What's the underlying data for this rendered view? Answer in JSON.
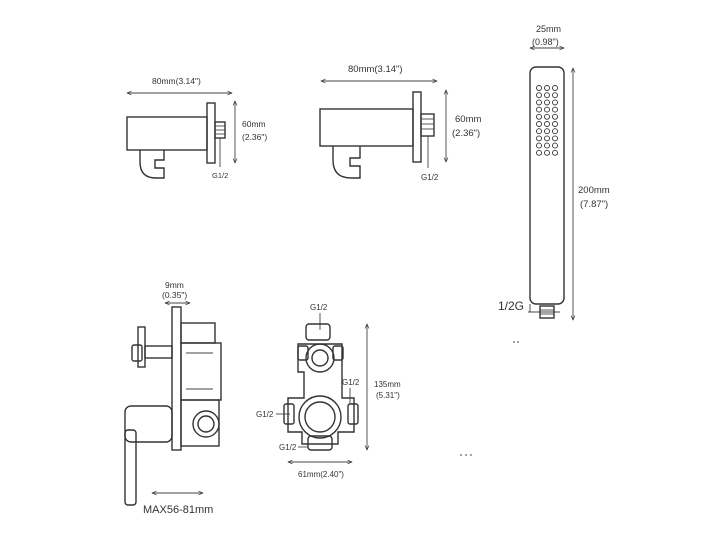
{
  "drawing": {
    "colors": {
      "line": "#333333",
      "background": "#ffffff"
    },
    "outlet_left": {
      "width": "80mm(3.14\")",
      "height_mm": "60mm",
      "height_in": "(2.36\")",
      "thread": "G1/2"
    },
    "outlet_right": {
      "width": "80mm(3.14\")",
      "height_mm": "60mm",
      "height_in": "(2.36\")",
      "thread": "G1/2"
    },
    "hand_shower": {
      "width_mm": "25mm",
      "width_in": "(0.98\")",
      "length_mm": "200mm",
      "length_in": "(7.87\")",
      "thread": "1/2G"
    },
    "mixer_side": {
      "plate": "9mm",
      "plate_in": "(0.35\")",
      "depth": "MAX56-81mm"
    },
    "valve_body": {
      "port_top": "G1/2",
      "port_right": "G1/2",
      "port_left": "G1/2",
      "port_bottom": "G1/2",
      "height_mm": "135mm",
      "height_in": "(5.31\")",
      "width": "61mm(2.40\")"
    }
  }
}
